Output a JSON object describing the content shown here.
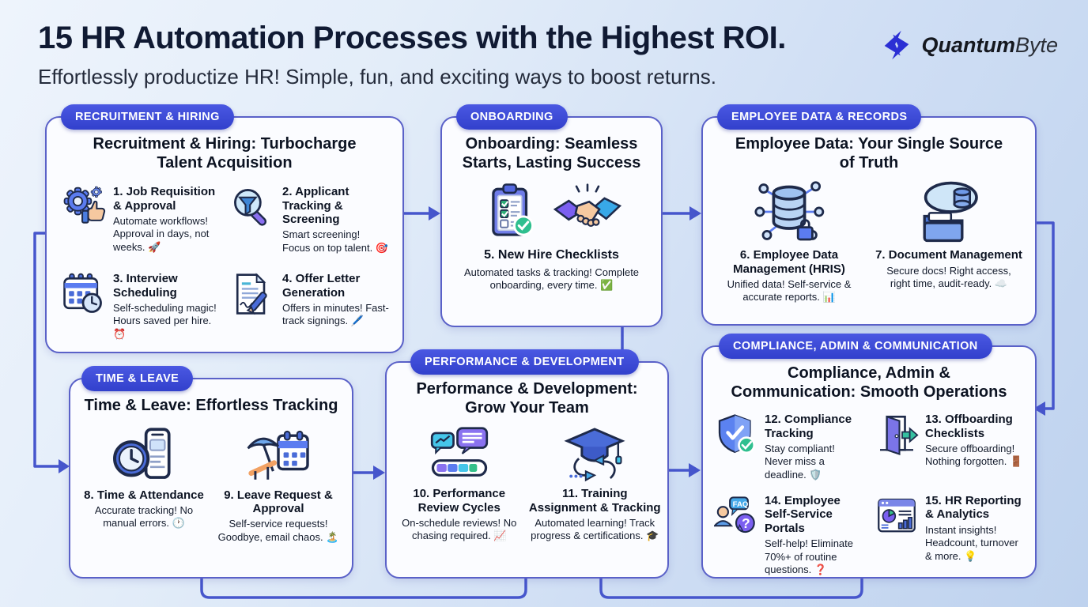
{
  "header": {
    "title": "15 HR Automation Processes with the Highest ROI.",
    "subtitle": "Effortlessly productize HR! Simple, fun, and exciting ways to boost returns.",
    "logo": {
      "brand_bold": "Quantum",
      "brand_light": "Byte"
    }
  },
  "colors": {
    "accent_blue": "#3240cc",
    "card_border": "#5a61c8",
    "connector": "#4656cc",
    "background_top": "#eef4fc",
    "background_bottom": "#bed2ee"
  },
  "cards": [
    {
      "badge": "RECRUITMENT & HIRING",
      "title": "Recruitment & Hiring: Turbocharge Talent Acquisition",
      "items": [
        {
          "title": "1. Job Requisition & Approval",
          "desc": "Automate workflows! Approval in days, not weeks. 🚀",
          "icon": "gear-thumbs-up-icon"
        },
        {
          "title": "2. Applicant Tracking & Screening",
          "desc": "Smart screening! Focus on top talent. 🎯",
          "icon": "magnifier-funnel-icon"
        },
        {
          "title": "3. Interview Scheduling",
          "desc": "Self-scheduling magic! Hours saved per hire. ⏰",
          "icon": "calendar-clock-icon"
        },
        {
          "title": "4. Offer Letter Generation",
          "desc": "Offers in minutes! Fast-track signings. 🖊️",
          "icon": "document-pen-icon"
        }
      ]
    },
    {
      "badge": "ONBOARDING",
      "title": "Onboarding: Seamless Starts, Lasting Success",
      "items": [
        {
          "title": "5. New Hire Checklists",
          "desc": "Automated tasks & tracking! Complete onboarding, every time. ✅",
          "icon": "checklist-clipboard-icon handshake-icon"
        }
      ]
    },
    {
      "badge": "EMPLOYEE DATA & RECORDS",
      "title": "Employee Data: Your Single Source of Truth",
      "items": [
        {
          "title": "6. Employee Data Management (HRIS)",
          "desc": "Unified data! Self-service & accurate reports. 📊",
          "icon": "database-network-icon"
        },
        {
          "title": "7. Document Management",
          "desc": "Secure docs! Right access, right time, audit-ready. ☁️",
          "icon": "cloud-folder-icon"
        }
      ]
    },
    {
      "badge": "TIME & LEAVE",
      "title": "Time & Leave: Effortless Tracking",
      "items": [
        {
          "title": "8. Time & Attendance",
          "desc": "Accurate tracking! No manual errors. 🕐",
          "icon": "clock-phone-icon"
        },
        {
          "title": "9. Leave Request & Approval",
          "desc": "Self-service requests! Goodbye, email chaos. 🏝️",
          "icon": "beach-calendar-icon"
        }
      ]
    },
    {
      "badge": "PERFORMANCE & DEVELOPMENT",
      "title": "Performance & Development: Grow Your Team",
      "items": [
        {
          "title": "10. Performance Review Cycles",
          "desc": "On-schedule reviews! No chasing required. 📈",
          "icon": "feedback-progress-icon"
        },
        {
          "title": "11. Training Assignment & Tracking",
          "desc": "Automated learning! Track progress & certifications. 🎓",
          "icon": "graduation-cap-icon"
        }
      ]
    },
    {
      "badge": "COMPLIANCE, ADMIN & COMMUNICATION",
      "title": "Compliance, Admin & Communication: Smooth Operations",
      "items": [
        {
          "title": "12. Compliance Tracking",
          "desc": "Stay compliant! Never miss a deadline. 🛡️",
          "icon": "shield-check-icon"
        },
        {
          "title": "13. Offboarding Checklists",
          "desc": "Secure offboarding! Nothing forgotten. 🚪",
          "icon": "door-arrow-icon"
        },
        {
          "title": "14. Employee Self-Service Portals",
          "desc": "Self-help! Eliminate 70%+ of routine questions. ❓",
          "icon": "faq-person-icon"
        },
        {
          "title": "15. HR Reporting & Analytics",
          "desc": "Instant insights! Headcount, turnover & more. 💡",
          "icon": "dashboard-analytics-icon"
        }
      ]
    }
  ]
}
